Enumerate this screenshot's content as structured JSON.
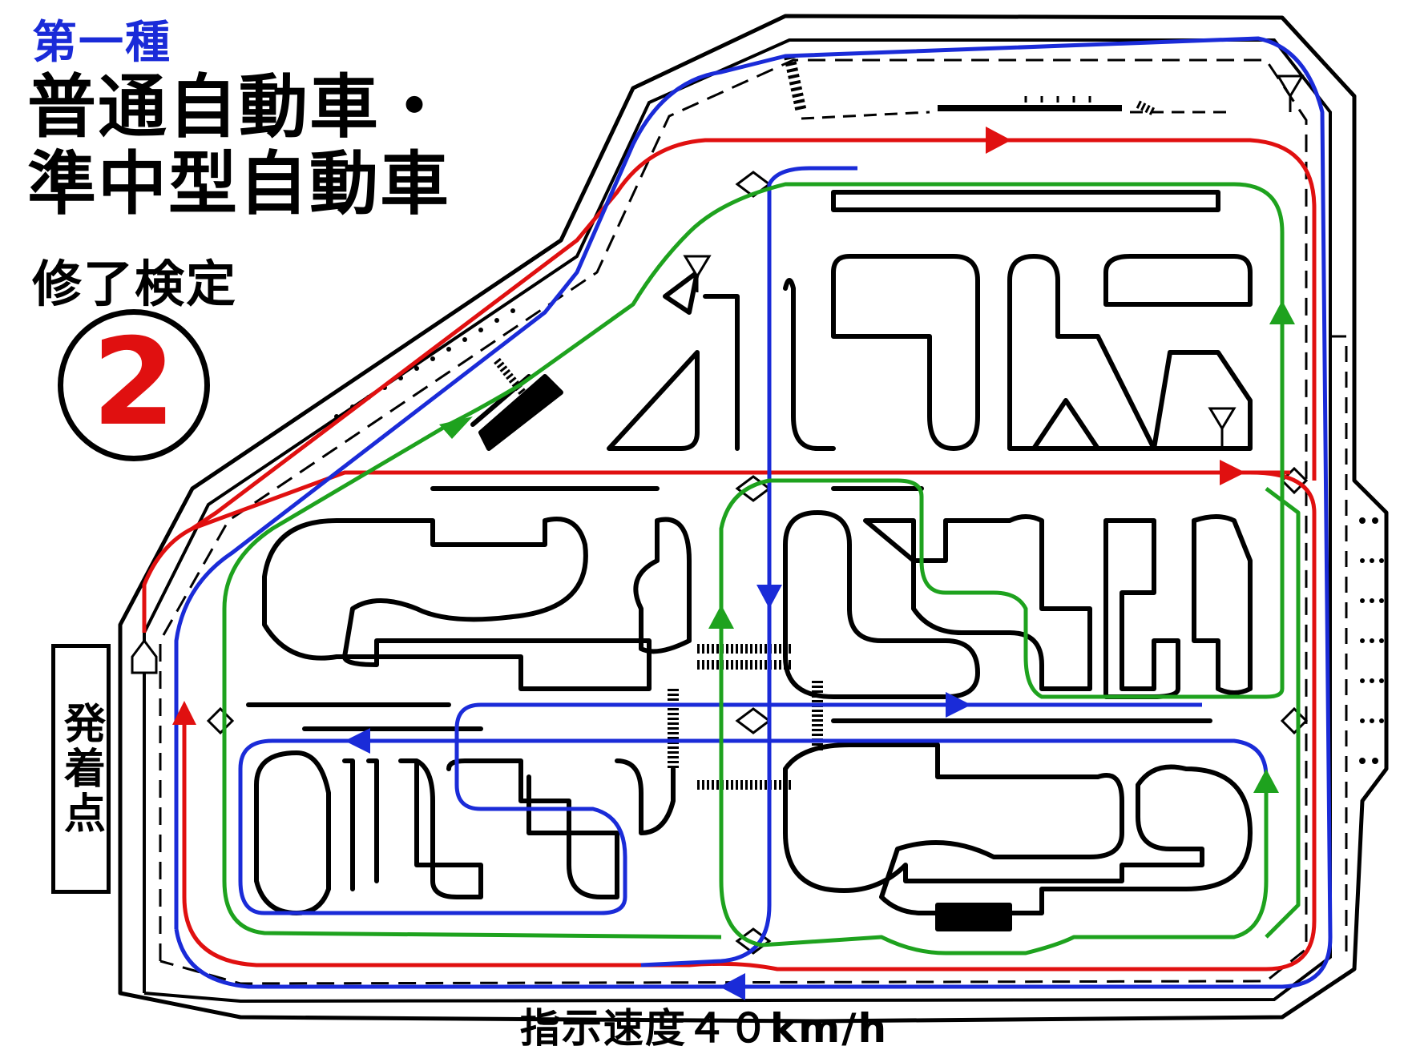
{
  "map": {
    "license_class": "第一種",
    "vehicle_types": [
      "普通自動車・",
      "準中型自動車"
    ],
    "exam_name": "修了検定",
    "course_number": "2",
    "departure_point": "発着点",
    "speed_instruction": "指示速度４０km/h"
  },
  "route_colors": {
    "red": "#e01010",
    "blue": "#1a2bd8",
    "green": "#1ea21e",
    "road": "#000000"
  }
}
